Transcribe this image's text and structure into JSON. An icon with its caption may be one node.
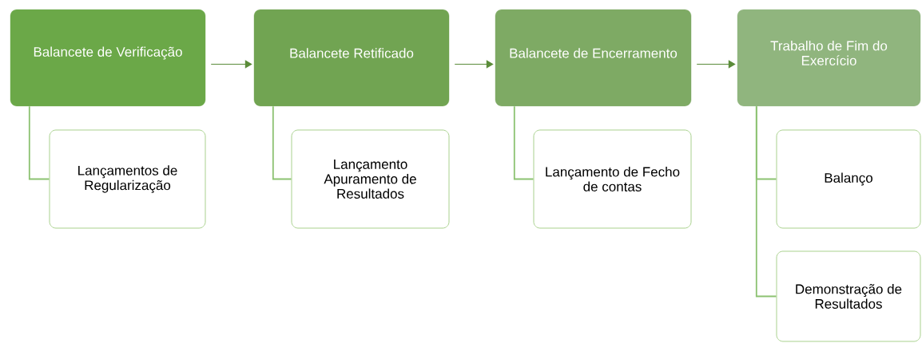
{
  "diagram": {
    "nodes": [
      {
        "text": [
          "Balancete de Verificação"
        ]
      },
      {
        "text": [
          "Lançamentos de Regularização"
        ]
      },
      {
        "text": [
          "Balancete Retificado"
        ]
      },
      {
        "text": [
          "Lançamento Apuramento de Resultados"
        ]
      },
      {
        "text": [
          "Balancete de Encerramento"
        ]
      },
      {
        "text": [
          "Lançamento de Fecho de contas"
        ]
      },
      {
        "text": [
          "Trabalho de Fim do Exercício"
        ]
      },
      {
        "text": [
          "Balanço"
        ]
      },
      {
        "text": [
          "Demonstração de Resultados"
        ]
      }
    ],
    "edges": [
      {
        "from": 0,
        "to": 2,
        "arrow": "to",
        "color": "#5b8c3a"
      },
      {
        "from": 2,
        "to": 4,
        "arrow": "to",
        "color": "#5b8c3a"
      },
      {
        "from": 4,
        "to": 6,
        "arrow": "to",
        "color": "#5b8c3a"
      },
      {
        "from": 0,
        "to": 1,
        "arrow": "none"
      },
      {
        "from": 2,
        "to": 3,
        "arrow": "none"
      },
      {
        "from": 4,
        "to": 5,
        "arrow": "none"
      },
      {
        "from": 6,
        "to": 7,
        "arrow": "none"
      },
      {
        "from": 6,
        "to": 8,
        "arrow": "none"
      }
    ]
  }
}
